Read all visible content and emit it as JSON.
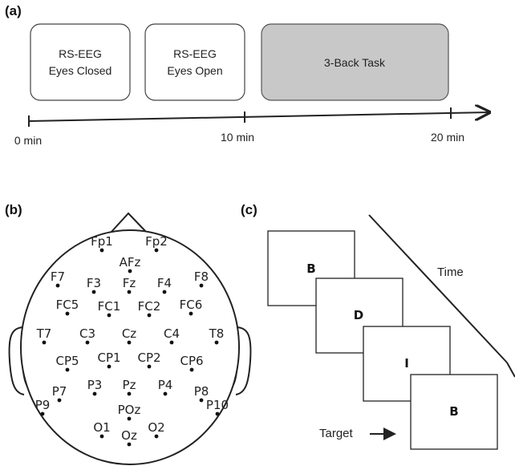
{
  "panels": {
    "a": {
      "label": "(a)",
      "boxes": [
        {
          "line1": "RS-EEG",
          "line2": "Eyes Closed"
        },
        {
          "line1": "RS-EEG",
          "line2": "Eyes Open"
        },
        {
          "line1": "3-Back Task",
          "line2": ""
        }
      ],
      "ticks": [
        "0 min",
        "10 min",
        "20 min"
      ]
    },
    "b": {
      "label": "(b)",
      "electrodes": [
        "Fp1",
        "Fp2",
        "AFz",
        "F7",
        "F3",
        "Fz",
        "F4",
        "F8",
        "FC5",
        "FC1",
        "FC2",
        "FC6",
        "T7",
        "C3",
        "Cz",
        "C4",
        "T8",
        "CP5",
        "CP1",
        "CP2",
        "CP6",
        "P7",
        "P3",
        "Pz",
        "P4",
        "P8",
        "P9",
        "P10",
        "POz",
        "O1",
        "O2",
        "Oz"
      ]
    },
    "c": {
      "label": "(c)",
      "letters": [
        "B",
        "D",
        "I",
        "B"
      ],
      "time_label": "Time",
      "target_label": "Target"
    }
  },
  "colors": {
    "task_box": "#c8c8c8",
    "stroke": "#222222"
  }
}
